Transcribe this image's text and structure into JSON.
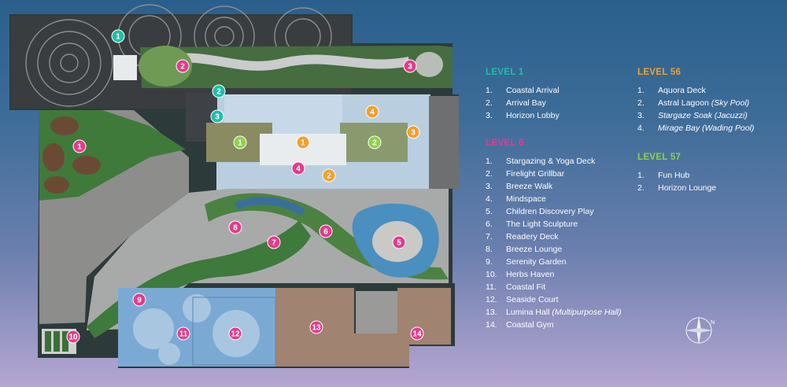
{
  "legend": {
    "level1": {
      "title": "LEVEL 1",
      "color": "#1fbfa8",
      "items": [
        {
          "n": "1.",
          "label": "Coastal Arrival",
          "note": ""
        },
        {
          "n": "2.",
          "label": "Arrival Bay",
          "note": ""
        },
        {
          "n": "3.",
          "label": "Horizon Lobby",
          "note": ""
        }
      ]
    },
    "level6": {
      "title": "LEVEL 6",
      "color": "#e23c8c",
      "items": [
        {
          "n": "1.",
          "label": "Stargazing & Yoga Deck",
          "note": ""
        },
        {
          "n": "2.",
          "label": "Firelight Grillbar",
          "note": ""
        },
        {
          "n": "3.",
          "label": "Breeze Walk",
          "note": ""
        },
        {
          "n": "4.",
          "label": "Mindspace",
          "note": ""
        },
        {
          "n": "5.",
          "label": "Children Discovery Play",
          "note": ""
        },
        {
          "n": "6.",
          "label": "The Light Sculpture",
          "note": ""
        },
        {
          "n": "7.",
          "label": "Readery Deck",
          "note": ""
        },
        {
          "n": "8.",
          "label": "Breeze Lounge",
          "note": ""
        },
        {
          "n": "9.",
          "label": "Serenity Garden",
          "note": ""
        },
        {
          "n": "10.",
          "label": "Herbs Haven",
          "note": ""
        },
        {
          "n": "11.",
          "label": "Coastal Fit",
          "note": ""
        },
        {
          "n": "12.",
          "label": "Seaside Court",
          "note": ""
        },
        {
          "n": "13.",
          "label": "Lumina Hall",
          "note": "(Multipurpose Hall)"
        },
        {
          "n": "14.",
          "label": "Coastal Gym",
          "note": ""
        }
      ]
    },
    "level56": {
      "title": "LEVEL 56",
      "color": "#f0a030",
      "items": [
        {
          "n": "1.",
          "label": "Aquora Deck",
          "note": ""
        },
        {
          "n": "2.",
          "label": "Astral Lagoon",
          "note": "(Sky Pool)"
        },
        {
          "n": "3.",
          "label": "Stargaze Soak (Jacuzzi)",
          "note": "",
          "italic": true
        },
        {
          "n": "4.",
          "label": "Mirage Bay (Wading Pool)",
          "note": "",
          "italic": true
        }
      ]
    },
    "level57": {
      "title": "LEVEL 57",
      "color": "#8ed14a",
      "items": [
        {
          "n": "1.",
          "label": "Fun Hub",
          "note": ""
        },
        {
          "n": "2.",
          "label": "Horizon Lounge",
          "note": ""
        }
      ]
    }
  },
  "markers": {
    "level1": [
      "1",
      "2",
      "3"
    ],
    "level6": [
      "1",
      "2",
      "3",
      "4",
      "5",
      "6",
      "7",
      "8",
      "9",
      "10",
      "11",
      "12",
      "13",
      "14"
    ],
    "level56": [
      "1",
      "2",
      "3",
      "4"
    ],
    "level57": [
      "1",
      "2"
    ]
  },
  "compass": {
    "icon": "compass-rose-icon",
    "label": "N"
  }
}
